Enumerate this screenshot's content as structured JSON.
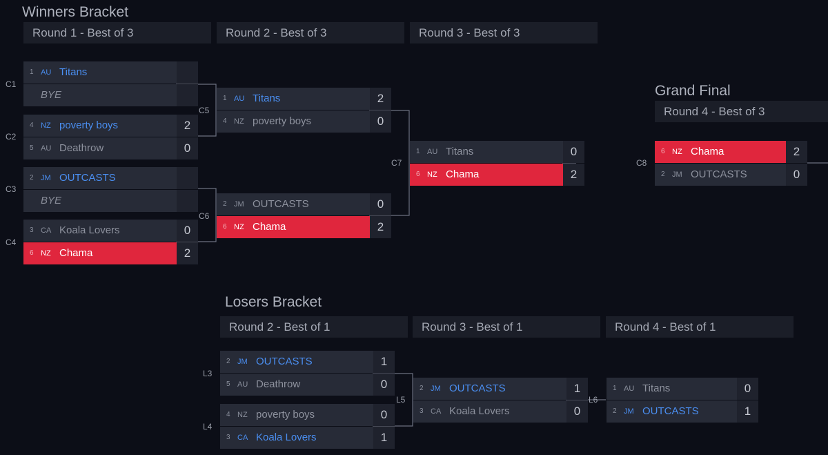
{
  "winners": {
    "title": "Winners Bracket",
    "rounds": [
      "Round 1 - Best of 3",
      "Round 2 - Best of 3",
      "Round 3 - Best of 3"
    ]
  },
  "grand_final": {
    "title": "Grand Final",
    "round": "Round 4 - Best of 3"
  },
  "losers": {
    "title": "Losers Bracket",
    "rounds": [
      "Round 2 - Best of 1",
      "Round 3 - Best of 1",
      "Round 4 - Best of 1"
    ]
  },
  "matches": {
    "C1": {
      "label": "C1",
      "rows": [
        {
          "seed": "1",
          "flag": "AU",
          "name": "Titans",
          "score": ""
        },
        {
          "seed": "",
          "flag": "",
          "name": "BYE",
          "score": ""
        }
      ]
    },
    "C2": {
      "label": "C2",
      "rows": [
        {
          "seed": "4",
          "flag": "NZ",
          "name": "poverty boys",
          "score": "2"
        },
        {
          "seed": "5",
          "flag": "AU",
          "name": "Deathrow",
          "score": "0"
        }
      ]
    },
    "C3": {
      "label": "C3",
      "rows": [
        {
          "seed": "2",
          "flag": "JM",
          "name": "OUTCASTS",
          "score": ""
        },
        {
          "seed": "",
          "flag": "",
          "name": "BYE",
          "score": ""
        }
      ]
    },
    "C4": {
      "label": "C4",
      "rows": [
        {
          "seed": "3",
          "flag": "CA",
          "name": "Koala Lovers",
          "score": "0"
        },
        {
          "seed": "6",
          "flag": "NZ",
          "name": "Chama",
          "score": "2"
        }
      ]
    },
    "C5": {
      "label": "C5",
      "rows": [
        {
          "seed": "1",
          "flag": "AU",
          "name": "Titans",
          "score": "2"
        },
        {
          "seed": "4",
          "flag": "NZ",
          "name": "poverty boys",
          "score": "0"
        }
      ]
    },
    "C6": {
      "label": "C6",
      "rows": [
        {
          "seed": "2",
          "flag": "JM",
          "name": "OUTCASTS",
          "score": "0"
        },
        {
          "seed": "6",
          "flag": "NZ",
          "name": "Chama",
          "score": "2"
        }
      ]
    },
    "C7": {
      "label": "C7",
      "rows": [
        {
          "seed": "1",
          "flag": "AU",
          "name": "Titans",
          "score": "0"
        },
        {
          "seed": "6",
          "flag": "NZ",
          "name": "Chama",
          "score": "2"
        }
      ]
    },
    "C8": {
      "label": "C8",
      "rows": [
        {
          "seed": "6",
          "flag": "NZ",
          "name": "Chama",
          "score": "2"
        },
        {
          "seed": "2",
          "flag": "JM",
          "name": "OUTCASTS",
          "score": "0"
        }
      ]
    },
    "L3": {
      "label": "L3",
      "rows": [
        {
          "seed": "2",
          "flag": "JM",
          "name": "OUTCASTS",
          "score": "1"
        },
        {
          "seed": "5",
          "flag": "AU",
          "name": "Deathrow",
          "score": "0"
        }
      ]
    },
    "L4": {
      "label": "L4",
      "rows": [
        {
          "seed": "4",
          "flag": "NZ",
          "name": "poverty boys",
          "score": "0"
        },
        {
          "seed": "3",
          "flag": "CA",
          "name": "Koala Lovers",
          "score": "1"
        }
      ]
    },
    "L5": {
      "label": "L5",
      "rows": [
        {
          "seed": "2",
          "flag": "JM",
          "name": "OUTCASTS",
          "score": "1"
        },
        {
          "seed": "3",
          "flag": "CA",
          "name": "Koala Lovers",
          "score": "0"
        }
      ]
    },
    "L6": {
      "label": "L6",
      "rows": [
        {
          "seed": "1",
          "flag": "AU",
          "name": "Titans",
          "score": "0"
        },
        {
          "seed": "2",
          "flag": "JM",
          "name": "OUTCASTS",
          "score": "1"
        }
      ]
    }
  },
  "colors": {
    "background": "#0c0e17",
    "winner_text": "#4a8ef0",
    "champion_fill": "#e0263d",
    "connector": "#6b7080"
  }
}
